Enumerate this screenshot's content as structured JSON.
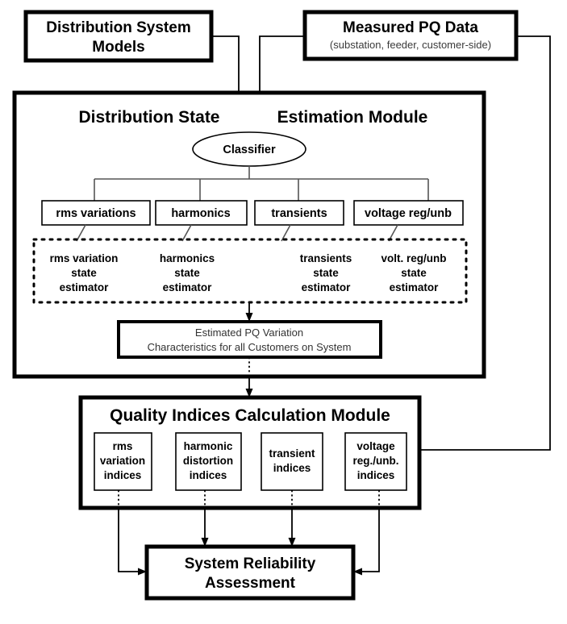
{
  "diagram": {
    "title_semantic": "distribution-state-estimation-and-quality-indices-block-diagram",
    "inputs": {
      "distribution_models": {
        "line1": "Distribution System",
        "line2": "Models"
      },
      "measured_pq": {
        "line1": "Measured PQ Data",
        "line2": "(substation, feeder, customer-side)"
      }
    },
    "dse_module": {
      "title": "Distribution State   Estimation Module",
      "title_part1": "Distribution State",
      "title_part2": "Estimation Module",
      "classifier": "Classifier",
      "categories": [
        {
          "label": "rms variations"
        },
        {
          "label": "harmonics"
        },
        {
          "label": "transients"
        },
        {
          "label": "voltage reg/unb"
        }
      ],
      "estimators": [
        {
          "line1": "rms variation",
          "line2": "state",
          "line3": "estimator"
        },
        {
          "line1": "harmonics",
          "line2": "state",
          "line3": "estimator"
        },
        {
          "line1": "transients",
          "line2": "state",
          "line3": "estimator"
        },
        {
          "line1": "volt. reg/unb",
          "line2": "state",
          "line3": "estimator"
        }
      ],
      "output_box": {
        "line1": "Estimated PQ Variation",
        "line2": "Characteristics for all Customers on System"
      }
    },
    "qi_module": {
      "title": "Quality Indices Calculation Module",
      "indices": [
        {
          "line1": "rms",
          "line2": "variation",
          "line3": "indices"
        },
        {
          "line1": "harmonic",
          "line2": "distortion",
          "line3": "indices"
        },
        {
          "line1": "transient",
          "line2": "indices",
          "line3": ""
        },
        {
          "line1": "voltage",
          "line2": "reg./unb.",
          "line3": "indices"
        }
      ]
    },
    "outcome": {
      "line1": "System Reliability",
      "line2": "Assessment"
    },
    "colors": {
      "background": "#ffffff",
      "stroke": "#000000",
      "subtitle_text": "#3a3a3a",
      "tree_line": "#555555"
    }
  }
}
